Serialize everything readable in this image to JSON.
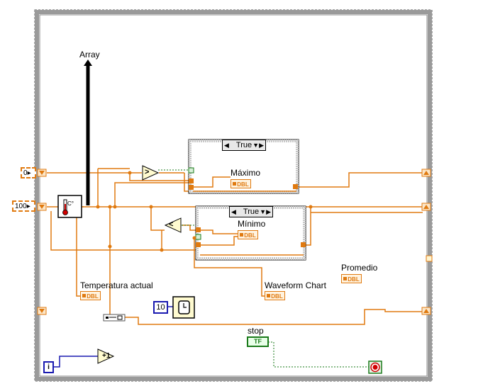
{
  "labels": {
    "array": "Array",
    "case_max_selector": "True",
    "case_min_selector": "True",
    "maximo": "Máximo",
    "minimo": "Mínimo",
    "temperatura": "Temperatura actual",
    "waveform": "Waveform Chart",
    "promedio": "Promedio",
    "stop": "stop"
  },
  "constants": {
    "shift_init_top": "0",
    "shift_init_bottom": "100",
    "wait_ms": "10"
  },
  "indicators": {
    "maximo_type": "DBL",
    "minimo_type": "DBL",
    "temperatura_type": "DBL",
    "waveform_type": "DBL",
    "promedio_type": "DBL",
    "stop_type": "TF"
  },
  "icons": {
    "thermometer_unit": "C°",
    "greater": ">",
    "less": "<",
    "increment": "+1",
    "iteration": "i"
  },
  "colors": {
    "wire_dbl": "#e07a10",
    "wire_bool": "#1a7a1a",
    "wire_int": "#1a1ab0",
    "wire_array": "#000000",
    "stop_terminal": "#d00000"
  }
}
